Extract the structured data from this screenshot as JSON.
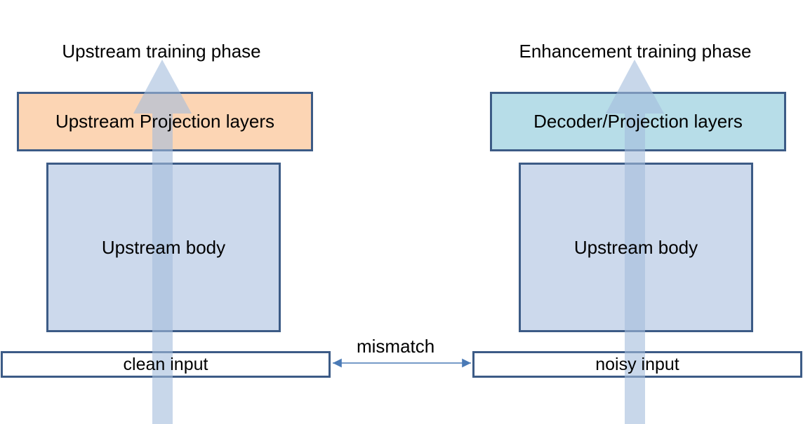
{
  "left_panel": {
    "title": "Upstream training phase",
    "head_label": "Upstream Projection layers",
    "body_label": "Upstream body",
    "input_label": "clean input",
    "head_color": "#fcd5b4"
  },
  "right_panel": {
    "title": "Enhancement training phase",
    "head_label": "Decoder/Projection layers",
    "body_label": "Upstream body",
    "input_label": "noisy input",
    "head_color": "#b7dde8"
  },
  "connector": {
    "label": "mismatch"
  },
  "colors": {
    "border": "#3c5b86",
    "body_fill": "#ccd9ec",
    "flow_arrow": "#a3bcdc",
    "connector_line": "#4a7ab6"
  }
}
